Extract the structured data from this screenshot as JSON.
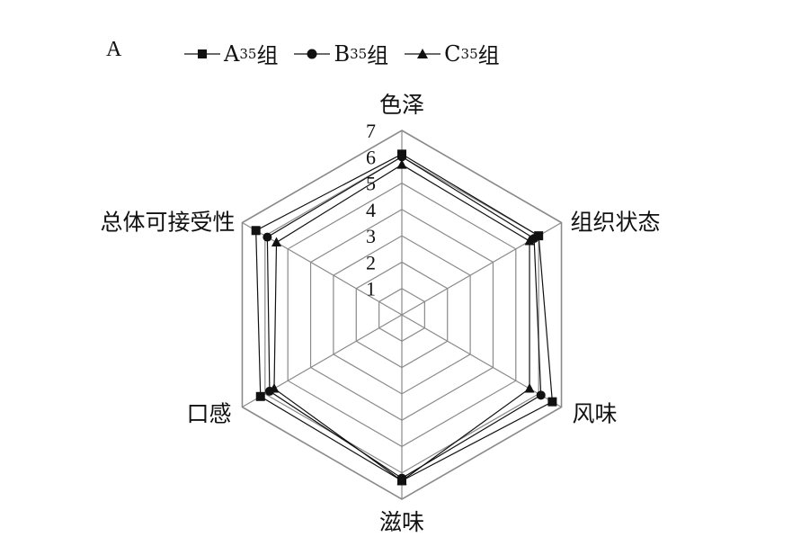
{
  "panel_label": "A",
  "legend": [
    {
      "prefix": "A",
      "sub": "35",
      "suffix": "组",
      "marker": "square"
    },
    {
      "prefix": "B",
      "sub": "35",
      "suffix": "组",
      "marker": "circle"
    },
    {
      "prefix": "C",
      "sub": "35",
      "suffix": "组",
      "marker": "triangle"
    }
  ],
  "chart_data": {
    "type": "radar",
    "axes": [
      "色泽",
      "组织状态",
      "风味",
      "滋味",
      "口感",
      "总体可接受性"
    ],
    "rlim": [
      0,
      7
    ],
    "ticks": [
      "1",
      "2",
      "3",
      "4",
      "5",
      "6",
      "7"
    ],
    "grid": true,
    "series": [
      {
        "name": "A35组",
        "marker": "square",
        "values": [
          6.1,
          6.0,
          6.6,
          6.3,
          6.2,
          6.4
        ]
      },
      {
        "name": "B35组",
        "marker": "circle",
        "values": [
          6.0,
          5.8,
          6.1,
          6.2,
          5.8,
          5.9
        ]
      },
      {
        "name": "C35组",
        "marker": "triangle",
        "values": [
          5.7,
          5.6,
          5.6,
          6.3,
          5.6,
          5.5
        ]
      }
    ],
    "colors": {
      "grid": "#8a8a8a",
      "series": "#111111"
    }
  }
}
